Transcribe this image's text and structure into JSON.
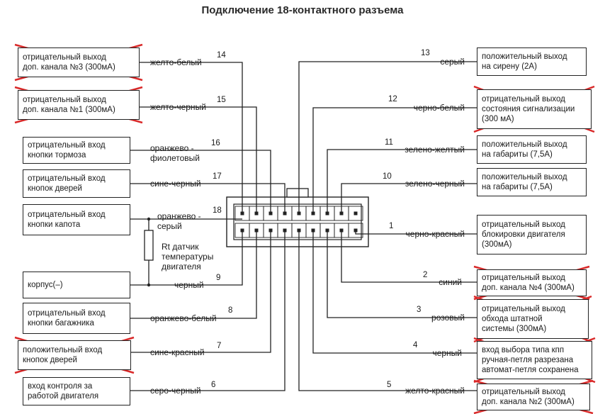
{
  "title": "Подключение 18-контактного разъема",
  "colors": {
    "line": "#222222",
    "cross": "#d92a2a"
  },
  "left_boxes": [
    {
      "lines": [
        "отрицательный выход",
        "доп. канала №3 (300мА)"
      ],
      "crossed": true
    },
    {
      "lines": [
        "отрицательный выход",
        "доп. канала №1 (300мА)"
      ],
      "crossed": true
    },
    {
      "lines": [
        "отрицательный вход",
        "кнопки тормоза"
      ],
      "crossed": false
    },
    {
      "lines": [
        "отрицательный вход",
        "кнопок дверей"
      ],
      "crossed": false
    },
    {
      "lines": [
        "отрицательный вход",
        "кнопки капота"
      ],
      "crossed": false
    },
    {
      "lines": [
        "корпус(–)"
      ],
      "crossed": false
    },
    {
      "lines": [
        "отрицательный вход",
        "кнопки багажника"
      ],
      "crossed": false
    },
    {
      "lines": [
        "положительный вход",
        "кнопок дверей"
      ],
      "crossed": true
    },
    {
      "lines": [
        "вход контроля за",
        "работой двигателя"
      ],
      "crossed": false
    }
  ],
  "right_boxes": [
    {
      "lines": [
        "положительный выход",
        "на сирену (2А)"
      ],
      "crossed": false
    },
    {
      "lines": [
        "отрицательный выход",
        "состояния сигнализации",
        "(300 мА)"
      ],
      "crossed": true
    },
    {
      "lines": [
        "положительный выход",
        "на габариты (7,5А)"
      ],
      "crossed": false
    },
    {
      "lines": [
        "положительный выход",
        "на габариты (7,5А)"
      ],
      "crossed": false
    },
    {
      "lines": [
        "отрицательный выход",
        "блокировки двигателя",
        "(300мА)"
      ],
      "crossed": false
    },
    {
      "lines": [
        "отрицательный выход",
        "доп. канала №4 (300мА)"
      ],
      "crossed": true
    },
    {
      "lines": [
        "отрицательный выход",
        "обхода штатной",
        "системы (300мА)"
      ],
      "crossed": true
    },
    {
      "lines": [
        "вход выбора типа кпп",
        "ручная-петля разрезана",
        "автомат-петля сохранена"
      ],
      "crossed": true
    },
    {
      "lines": [
        "отрицательный выход",
        "доп. канала №2 (300мА)"
      ],
      "crossed": true
    }
  ],
  "left_wires": [
    {
      "pin": "14",
      "label": [
        "желто-белый"
      ]
    },
    {
      "pin": "15",
      "label": [
        "желто-черный"
      ]
    },
    {
      "pin": "16",
      "label": [
        "оранжево -",
        "фиолетовый"
      ]
    },
    {
      "pin": "17",
      "label": [
        "сине-черный"
      ]
    },
    {
      "pin": "18",
      "label": [
        "оранжево -",
        "серый"
      ]
    },
    {
      "pin": "9",
      "label": [
        "черный"
      ]
    },
    {
      "pin": "8",
      "label": [
        "оранжево-белый"
      ]
    },
    {
      "pin": "7",
      "label": [
        "сине-красный"
      ]
    },
    {
      "pin": "6",
      "label": [
        "серо-черный"
      ]
    }
  ],
  "right_wires": [
    {
      "pin": "13",
      "label": [
        "серый"
      ]
    },
    {
      "pin": "12",
      "label": [
        "черно-белый"
      ]
    },
    {
      "pin": "11",
      "label": [
        "зелено-желтый"
      ]
    },
    {
      "pin": "10",
      "label": [
        "зелено-черный"
      ]
    },
    {
      "pin": "1",
      "label": [
        "черно-красный"
      ]
    },
    {
      "pin": "2",
      "label": [
        "синий"
      ]
    },
    {
      "pin": "3",
      "label": [
        "розовый"
      ]
    },
    {
      "pin": "4",
      "label": [
        "черный"
      ]
    },
    {
      "pin": "5",
      "label": [
        "желто-красный"
      ]
    }
  ],
  "sensor_label": [
    "Rt датчик",
    "температуры",
    "двигателя"
  ]
}
